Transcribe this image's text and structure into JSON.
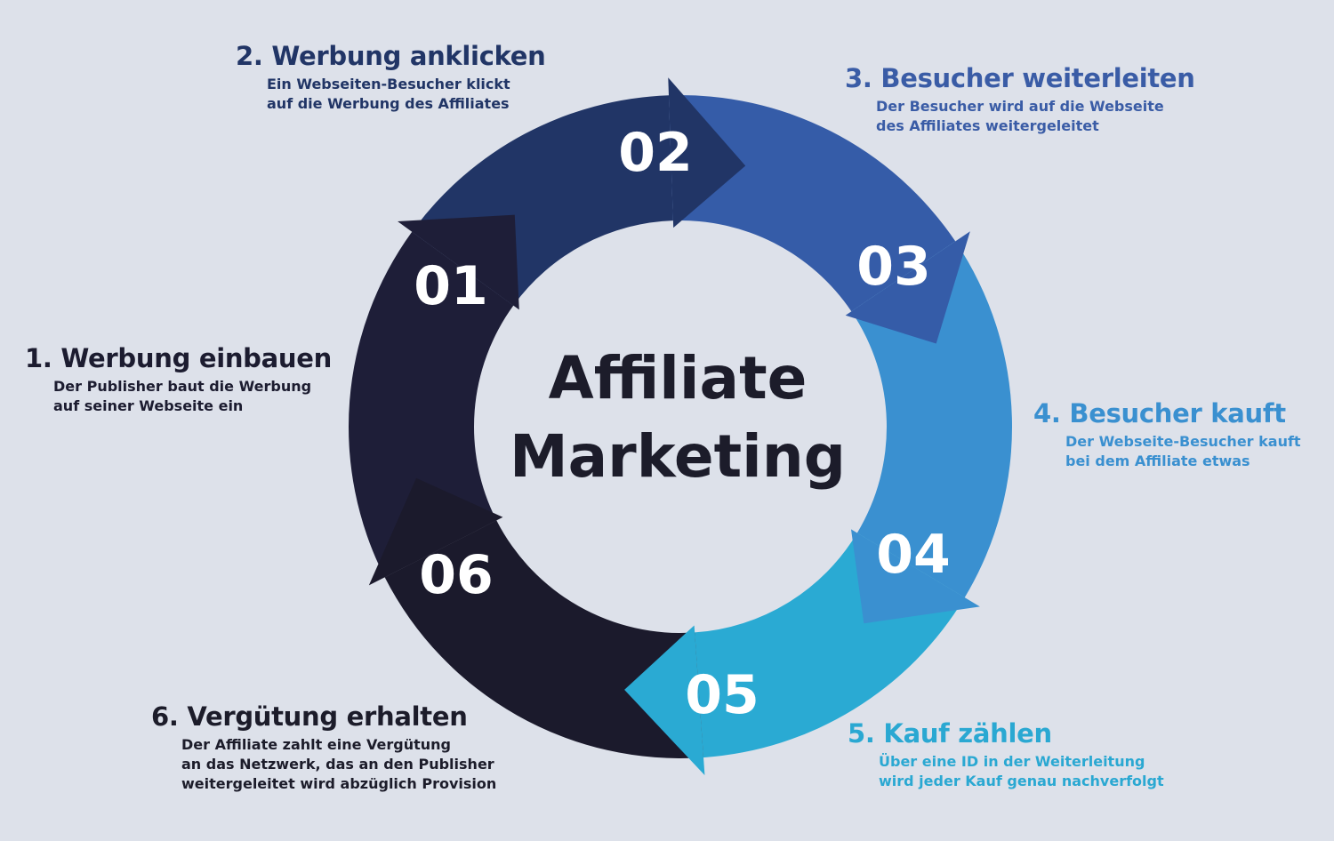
{
  "title": {
    "line1": "Affiliate",
    "line2": "Marketing"
  },
  "steps": [
    {
      "number": "01",
      "heading": "1. Werbung einbauen",
      "lines": [
        "Der Publisher baut die Werbung",
        "auf seiner Webseite ein"
      ],
      "color": "#1e1e38",
      "text_color": "#1c1c30"
    },
    {
      "number": "02",
      "heading": "2. Werbung anklicken",
      "lines": [
        "Ein Webseiten-Besucher klickt",
        "auf die Werbung des Affiliates"
      ],
      "color": "#213566",
      "text_color": "#213566"
    },
    {
      "number": "03",
      "heading": "3. Besucher weiterleiten",
      "lines": [
        "Der Besucher wird auf die Webseite",
        "des Affiliates weitergeleitet"
      ],
      "color": "#355ca8",
      "text_color": "#3a5ca6"
    },
    {
      "number": "04",
      "heading": "4. Besucher kauft",
      "lines": [
        "Der Webseite-Besucher kauft",
        "bei dem Affiliate etwas"
      ],
      "color": "#3a90d0",
      "text_color": "#3a90d0"
    },
    {
      "number": "05",
      "heading": "5. Kauf zählen",
      "lines": [
        "Über eine ID in der Weiterleitung",
        "wird jeder Kauf genau nachverfolgt"
      ],
      "color": "#2aaad3",
      "text_color": "#2aa8d2"
    },
    {
      "number": "06",
      "heading": "6. Vergütung erhalten",
      "lines": [
        "Der Affiliate zahlt eine Vergütung",
        "an das Netzwerk, das an den Publisher",
        "weitergeleitet wird abzüglich Provision"
      ],
      "color": "#1b1a2c",
      "text_color": "#1c1c2a"
    }
  ]
}
